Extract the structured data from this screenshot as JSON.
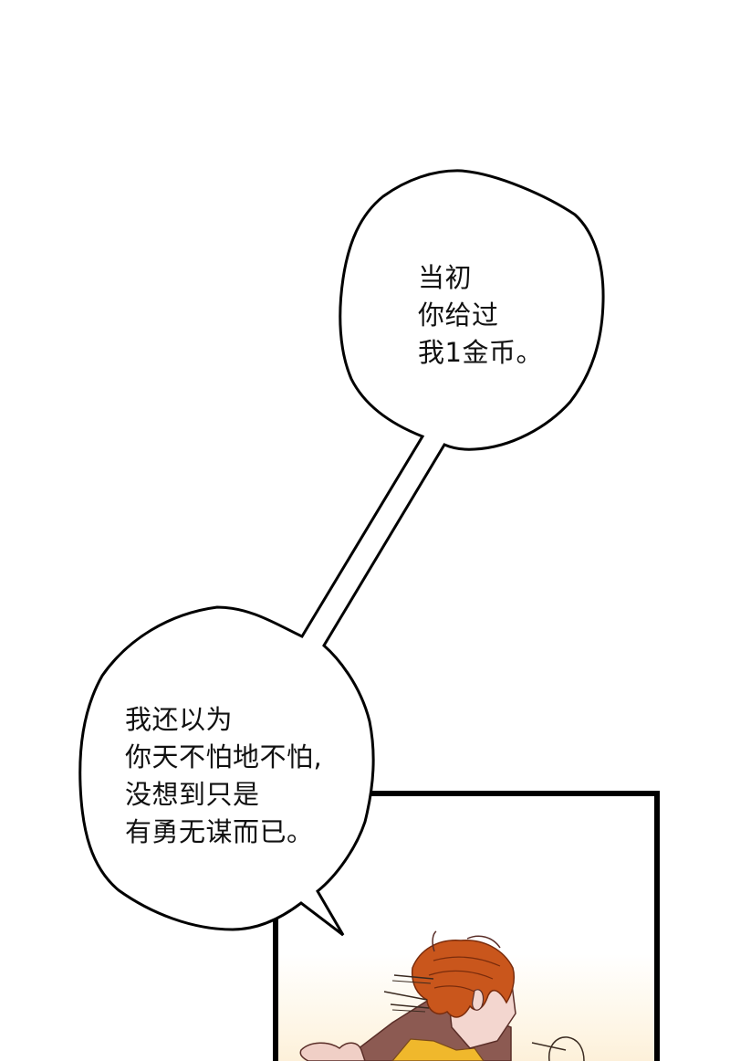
{
  "comic": {
    "background_color": "#ffffff",
    "panel": {
      "border_color": "#000000",
      "gradient_top": "#ffffff",
      "gradient_bottom": "#fdf1d8"
    },
    "bubbles": [
      {
        "id": "top-bubble",
        "lines": [
          "当初",
          "你给过",
          "我1金币。"
        ]
      },
      {
        "id": "bottom-bubble",
        "lines": [
          "我还以为",
          "你天不怕地不怕,",
          "没想到只是",
          "有勇无谋而已。"
        ]
      }
    ],
    "character": {
      "hair_color": "#c9561c",
      "skin_color": "#f3d6cf",
      "cloak_color": "#8c5a52",
      "shirt_color": "#f0b82c"
    }
  }
}
